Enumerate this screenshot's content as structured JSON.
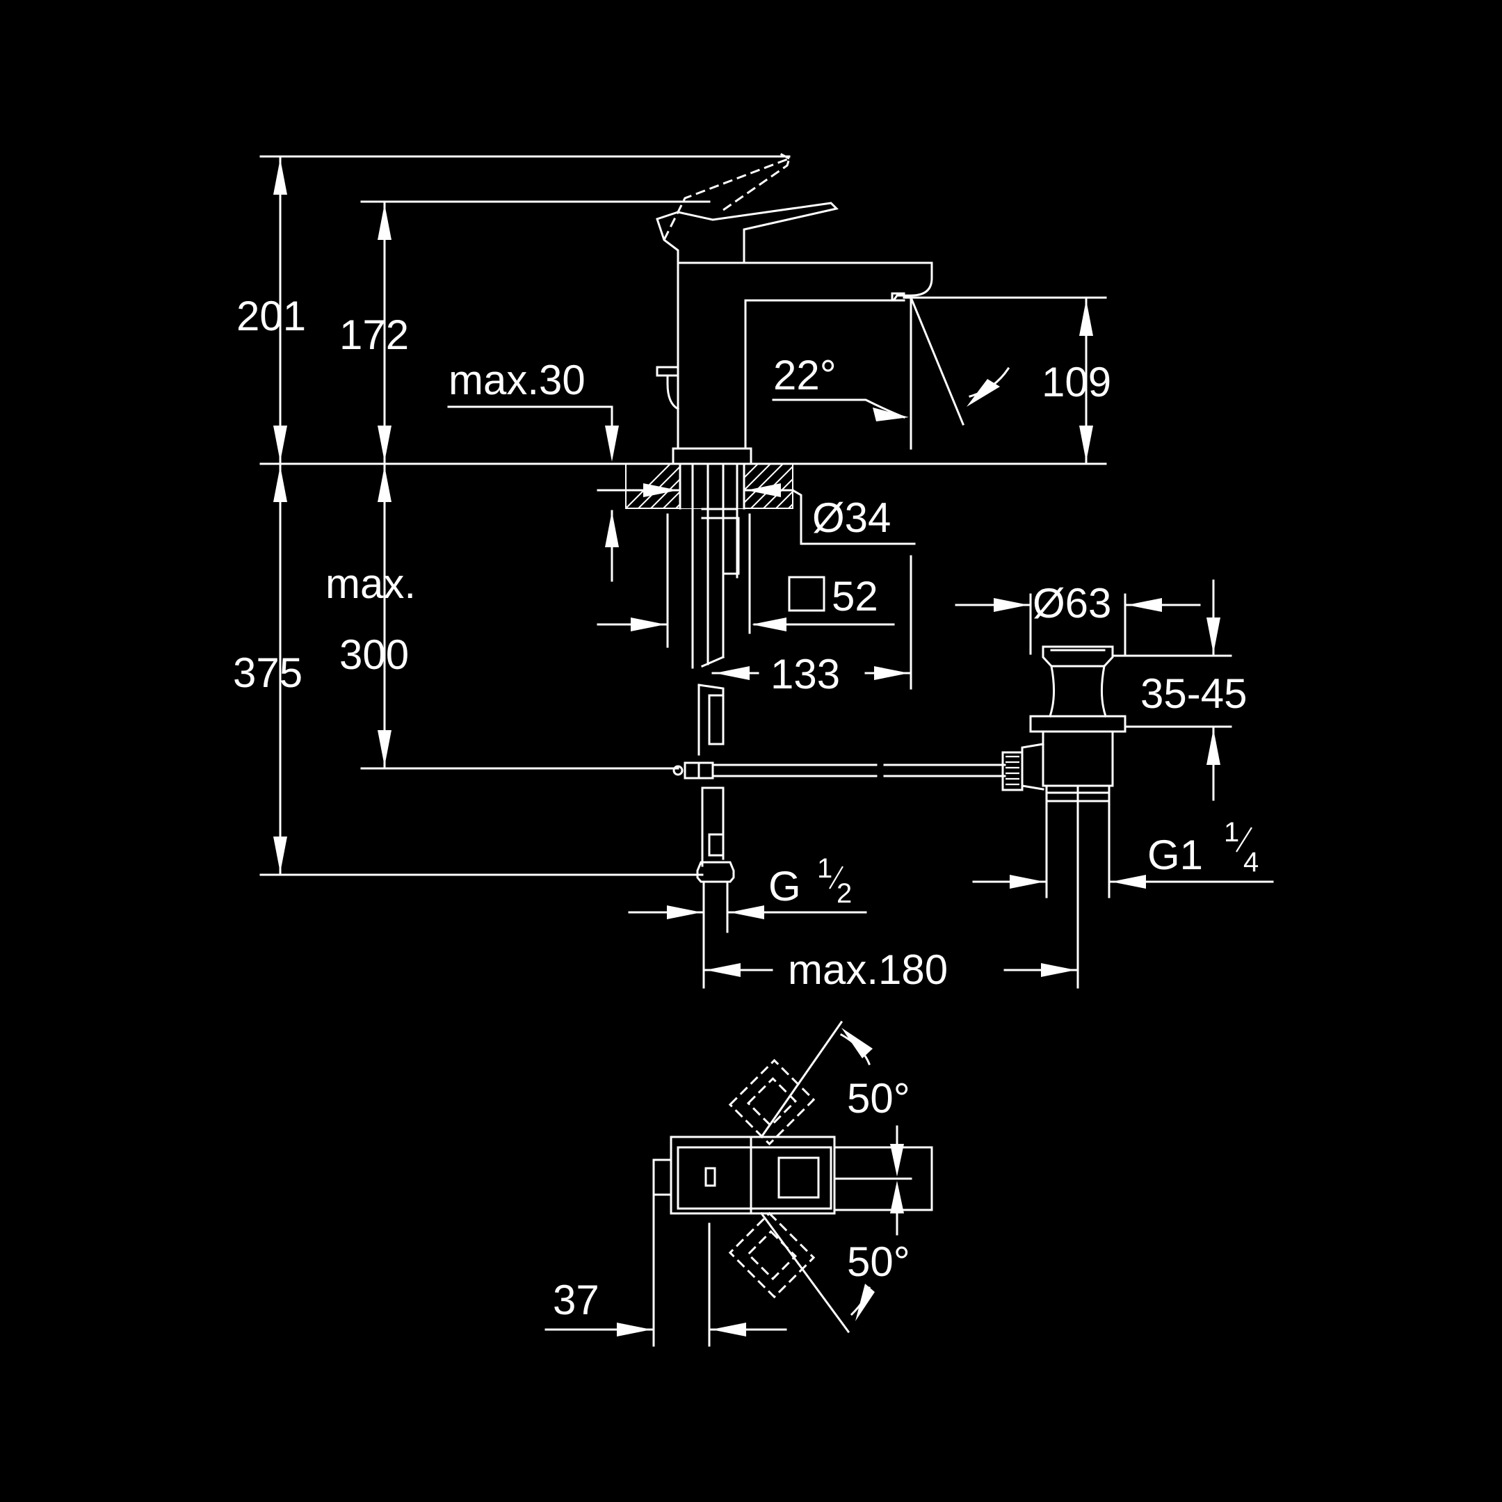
{
  "diagram": {
    "background_color": "#000000",
    "line_color": "#ffffff",
    "dimensions": {
      "overall_height": "201",
      "lever_height": "172",
      "spout_height": "109",
      "deck_thickness": "max.30",
      "spout_angle": "22°",
      "shank_diameter": "Ø34",
      "base_square": "52",
      "projection": "133",
      "waste_diameter": "Ø63",
      "waste_range": "35-45",
      "below_deck_max_label": "max.",
      "below_deck_max_value": "300",
      "below_deck_total": "375",
      "supply_thread_prefix": "G",
      "supply_thread_num": "1",
      "supply_thread_den": "2",
      "waste_thread_prefix": "G1",
      "waste_thread_num": "1",
      "waste_thread_den": "4",
      "pop_up_distance": "max.180",
      "lever_rotation_top": "50°",
      "lever_rotation_bottom": "50°",
      "plan_offset": "37"
    }
  }
}
